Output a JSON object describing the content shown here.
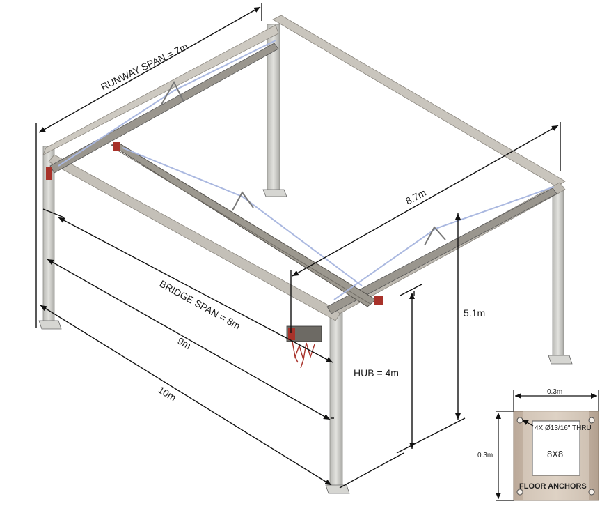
{
  "dimensions": {
    "runway_span": "RUNWAY SPAN = 7m",
    "bridge_span": "BRIDGE SPAN = 8m",
    "overall_length_9": "9m",
    "overall_length_10": "10m",
    "depth": "8.7m",
    "total_height": "5.1m",
    "hub_height": "HUB = 4m"
  },
  "inset": {
    "width_label": "0.3m",
    "height_label": "0.3m",
    "bolt_note": "4X Ø13/16\" THRU",
    "plate_size": "8X8",
    "caption": "FLOOR ANCHORS"
  },
  "colors": {
    "beam": "#c8c4bc",
    "beam_dark": "#8e8a84",
    "column": "#d0d0cc",
    "tie_rod": "#aab8e0",
    "accent_red": "#a8322a",
    "dim_line": "#111111",
    "plate": "#c8b8a8"
  }
}
